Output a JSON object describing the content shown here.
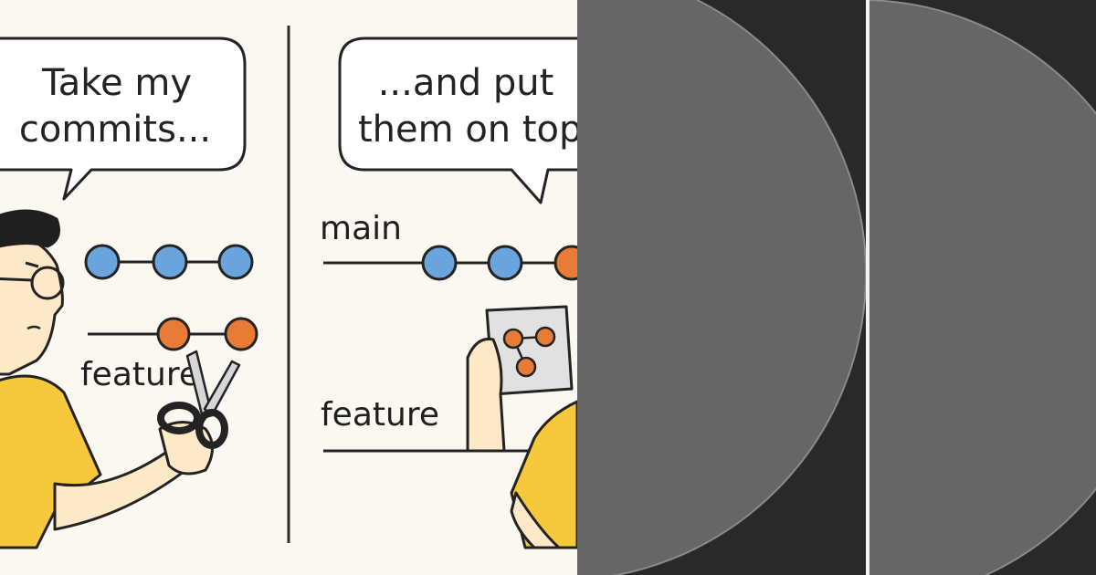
{
  "left_panel": {
    "bubble_line1": "Take my",
    "bubble_line2": "commits...",
    "branch_label": "feature"
  },
  "right_panel": {
    "bubble_line1": "...and put",
    "bubble_line2": "them on top",
    "main_label": "main",
    "feature_label": "feature"
  },
  "colors": {
    "background": "#fbf8f2",
    "blue_commit": "#6aa4dc",
    "orange_commit": "#e87c36",
    "shirt": "#f6c83b",
    "hair": "#1f1f1f",
    "skin": "#fde8c8",
    "dark_panel": "#292929",
    "dark_circle": "#666666"
  },
  "icons": [
    "scissors-icon",
    "commit-card-icon"
  ]
}
